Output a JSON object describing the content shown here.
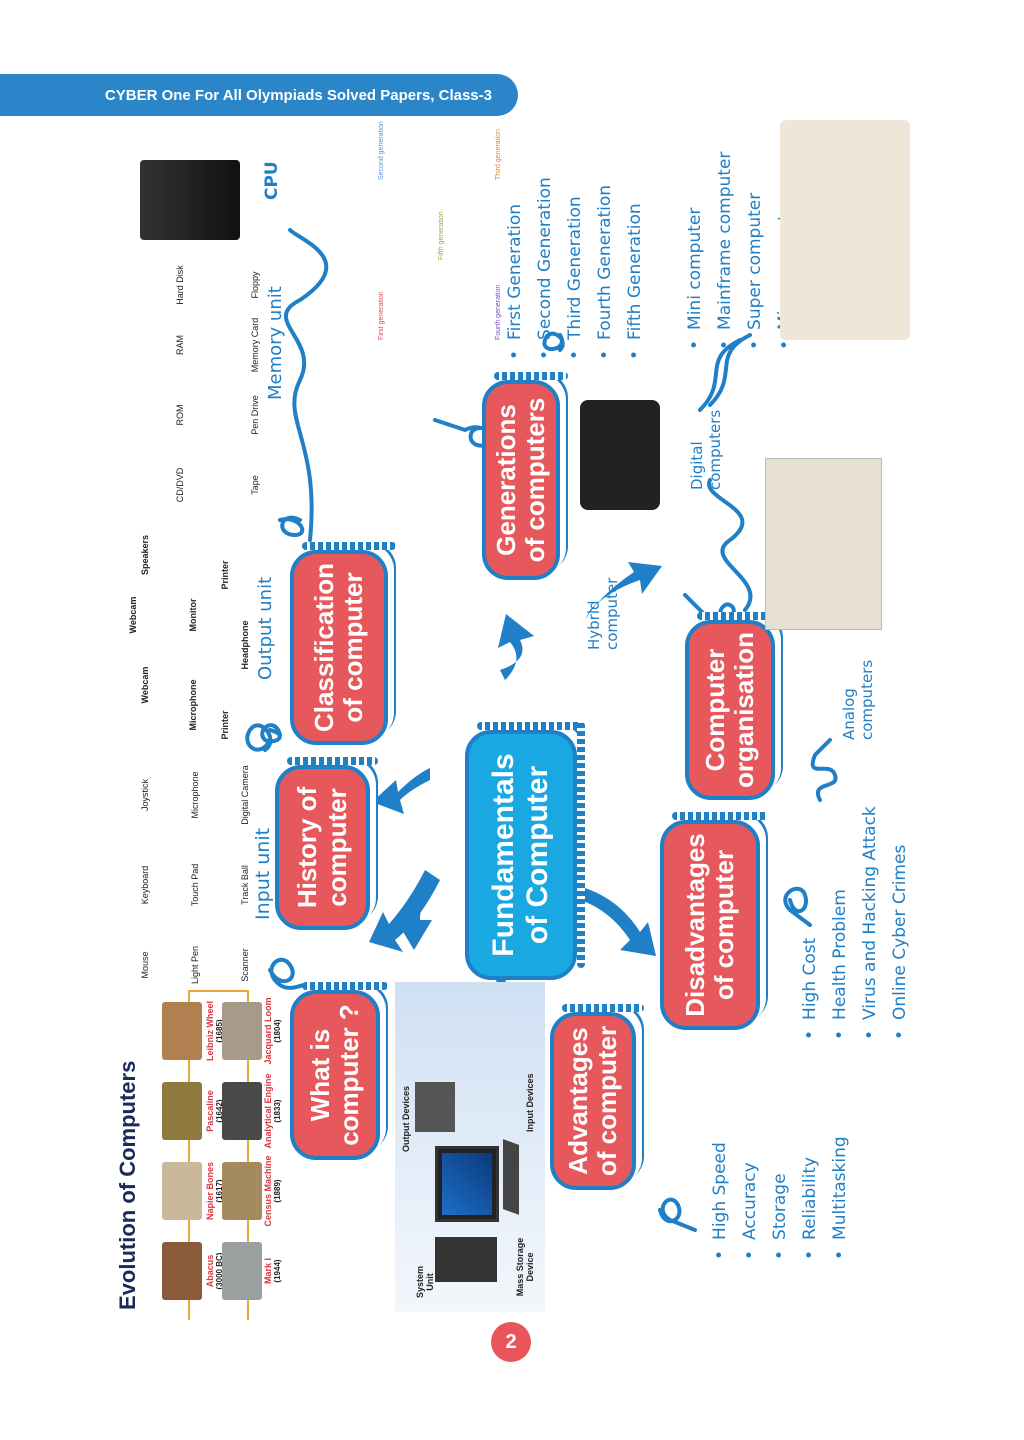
{
  "header": {
    "title": "CYBER One For All Olympiads Solved Papers, Class-3"
  },
  "page_number": "2",
  "colors": {
    "header_blue": "#2a86c9",
    "node_red": "#e6585b",
    "node_blue": "#1aa8e2",
    "accent_blue": "#1f7fc7"
  },
  "center": {
    "line1": "Fundamentals",
    "line2": "of Computer"
  },
  "nodes": {
    "what_is": {
      "line1": "What is",
      "line2": "computer ?"
    },
    "history": {
      "line1": "History of",
      "line2": "computer"
    },
    "classification": {
      "line1": "Classification",
      "line2": "of computer"
    },
    "generations": {
      "line1": "Generations",
      "line2": "of computers"
    },
    "organisation": {
      "line1": "Computer",
      "line2": "organisation"
    },
    "disadvantages": {
      "line1": "Disadvantages",
      "line2": "of computer"
    },
    "advantages": {
      "line1": "Advantages",
      "line2": "of computer"
    }
  },
  "evolution": {
    "title": "Evolution of Computers",
    "top_row": [
      {
        "name": "Abacus",
        "year": "(3000 BC)"
      },
      {
        "name": "Napier Bones",
        "year": "(1617)"
      },
      {
        "name": "Pascaline",
        "year": "(1642)"
      },
      {
        "name": "Leibniz Wheel",
        "year": "(1685)"
      }
    ],
    "bottom_row": [
      {
        "name": "Mark I",
        "year": "(1944)"
      },
      {
        "name": "Census Machine",
        "year": "(1889)"
      },
      {
        "name": "Analytical Engine",
        "year": "(1833)"
      },
      {
        "name": "Jacquard Loom",
        "year": "(1804)"
      }
    ]
  },
  "what_is_diagram": {
    "output_devices": "Output Devices",
    "input_devices": "Input Devices",
    "system_unit": "System Unit",
    "mass_storage": "Mass Storage Device"
  },
  "input_unit": {
    "label": "Input unit",
    "row1": [
      "Mouse",
      "Keyboard",
      "Joystick"
    ],
    "row2": [
      "Light Pen",
      "Touch Pad",
      "Microphone"
    ],
    "row3": [
      "Scanner",
      "Track Ball",
      "Digital Camera"
    ]
  },
  "output_unit": {
    "label": "Output unit",
    "items": [
      "Webcam",
      "Webcam",
      "Speakers",
      "Microphone",
      "Monitor",
      "Printer",
      "Headphone",
      "Printer"
    ]
  },
  "memory_unit": {
    "label": "Memory unit",
    "row1": [
      "Hard Disk",
      "RAM",
      "ROM",
      "CD/DVD"
    ],
    "row2": [
      "Floppy",
      "Memory Card",
      "Pen Drive",
      "Tape"
    ]
  },
  "cpu": {
    "label": "CPU"
  },
  "generation_cycle": {
    "captions": [
      "First generation",
      "Second generation",
      "Third generation",
      "Fourth generation",
      "Fifth generation"
    ]
  },
  "generations_list": [
    "First Generation",
    "Second Generation",
    "Third Generation",
    "Fourth Generation",
    "Fifth Generation"
  ],
  "digital_types": [
    "Mini computer",
    "Mainframe computer",
    "Super computer",
    "Micro computer"
  ],
  "organisation_labels": {
    "hybrid": {
      "line1": "Hybrid",
      "line2": "computer"
    },
    "digital": {
      "line1": "Digital",
      "line2": "computers"
    },
    "analog": {
      "line1": "Analog",
      "line2": "computers"
    }
  },
  "disadvantages_list": [
    "High Cost",
    "Health Problem",
    "Virus and Hacking Attack",
    "Online Cyber Crimes"
  ],
  "advantages_list": [
    "High Speed",
    "Accuracy",
    "Storage",
    "Reliability",
    "Multitasking"
  ]
}
